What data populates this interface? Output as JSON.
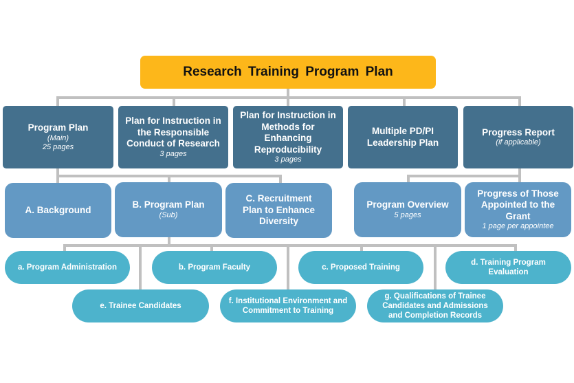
{
  "title": "Research Training Program Plan",
  "colors": {
    "root": "#FDB71A",
    "level1": "#44708D",
    "level2": "#6399C4",
    "level3": "#4DB3CC",
    "connector": "#C0C0C0"
  },
  "level1": [
    {
      "title": "Program Plan",
      "sub": "(Main)",
      "note": "25 pages"
    },
    {
      "title": "Plan for Instruction in the Responsible Conduct of Research",
      "note": "3 pages"
    },
    {
      "title": "Plan for Instruction in Methods for Enhancing Reproducibility",
      "note": "3 pages"
    },
    {
      "title": "Multiple PD/PI Leadership Plan"
    },
    {
      "title": "Progress Report",
      "sub": "(if applicable)"
    }
  ],
  "level2": [
    {
      "title": "A. Background"
    },
    {
      "title": "B. Program Plan",
      "sub": "(Sub)"
    },
    {
      "title": "C. Recruitment Plan to Enhance Diversity"
    },
    {
      "title": "Program Overview",
      "note": "5 pages"
    },
    {
      "title": "Progress of Those Appointed to the Grant",
      "note": "1 page per appointee"
    }
  ],
  "level3": [
    {
      "title": "a. Program Administration"
    },
    {
      "title": "b. Program Faculty"
    },
    {
      "title": "c. Proposed Training"
    },
    {
      "title": "d. Training Program Evaluation"
    },
    {
      "title": "e. Trainee Candidates"
    },
    {
      "title": "f. Institutional Environment and Commitment to Training"
    },
    {
      "title": "g. Qualifications of Trainee Candidates and Admissions and Completion Records"
    }
  ]
}
